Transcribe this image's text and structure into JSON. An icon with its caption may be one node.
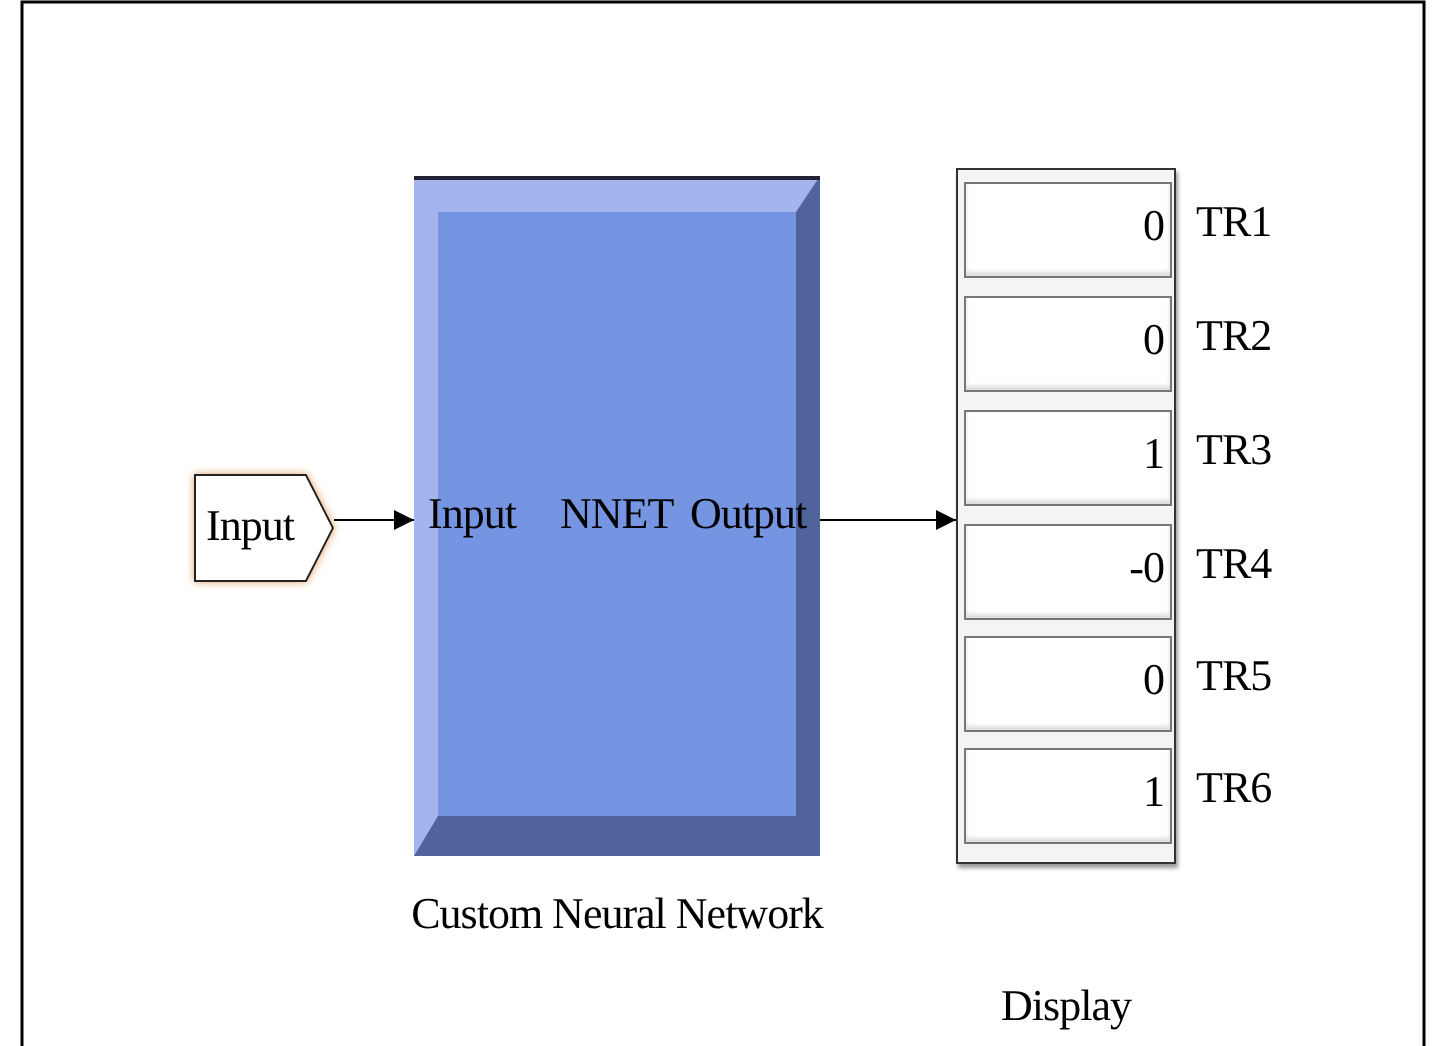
{
  "diagram": {
    "nodes": [
      {
        "text": [
          "Input"
        ]
      },
      {
        "text": [
          "Input",
          "NNET",
          "Output"
        ],
        "beside": [
          "Custom Neural Network"
        ]
      },
      {
        "text": [],
        "shape": "box",
        "beside": [
          "Display"
        ]
      },
      {
        "text": [
          "0"
        ],
        "in": 2,
        "beside": [
          "TR1"
        ]
      },
      {
        "text": [
          "0"
        ],
        "in": 2,
        "beside": [
          "TR2"
        ]
      },
      {
        "text": [
          "1"
        ],
        "in": 2,
        "beside": [
          "TR3"
        ]
      },
      {
        "text": [
          "-0"
        ],
        "in": 2,
        "beside": [
          "TR4"
        ]
      },
      {
        "text": [
          "0"
        ],
        "in": 2,
        "beside": [
          "TR5"
        ]
      },
      {
        "text": [
          "1"
        ],
        "in": 2,
        "beside": [
          "TR6"
        ]
      }
    ],
    "edges": [
      {
        "from": 0,
        "to": 1,
        "arrow": "to"
      },
      {
        "from": 1,
        "to": 2,
        "arrow": "to"
      }
    ]
  }
}
